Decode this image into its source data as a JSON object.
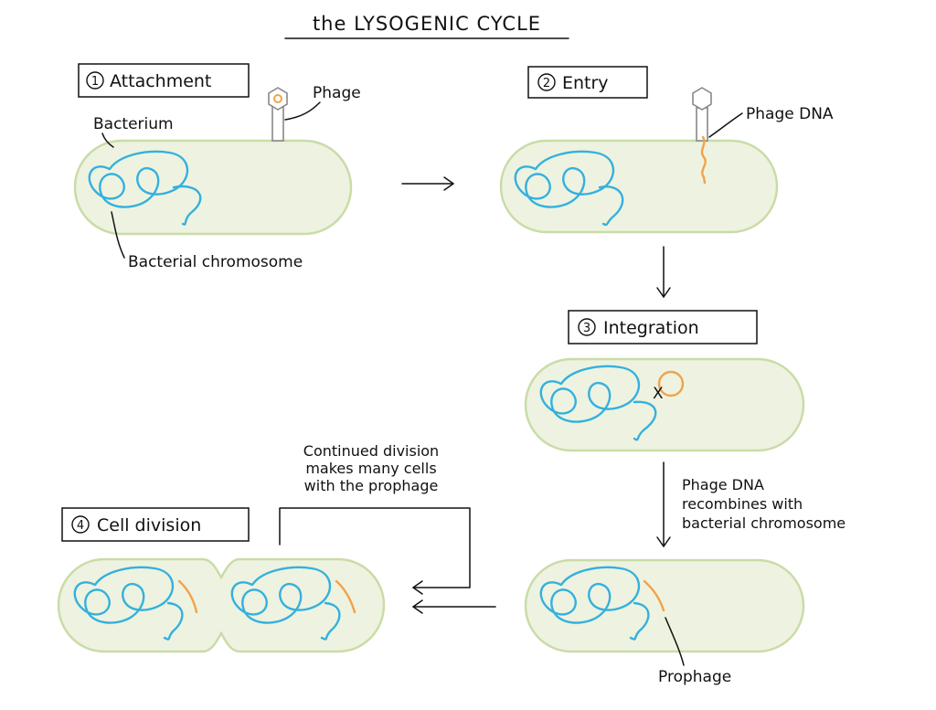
{
  "title": "the LYSOGENIC CYCLE",
  "steps": [
    {
      "num": "1",
      "label": "Attachment"
    },
    {
      "num": "2",
      "label": "Entry"
    },
    {
      "num": "3",
      "label": "Integration"
    },
    {
      "num": "4",
      "label": "Cell division"
    }
  ],
  "labels": {
    "phage": "Phage",
    "bacterium": "Bacterium",
    "bacterial_chromosome": "Bacterial chromosome",
    "phage_dna": "Phage DNA",
    "prophage": "Prophage",
    "integration_mark": "X"
  },
  "notes": {
    "recombine": [
      "Phage DNA",
      "recombines with",
      "bacterial chromosome"
    ],
    "continued": [
      "Continued division",
      "makes many cells",
      "with the prophage"
    ]
  },
  "colors": {
    "cell_fill": "#edf3e0",
    "cell_stroke": "#c9dca8",
    "chromosome": "#35b0de",
    "phage_dna": "#f2a24a"
  }
}
